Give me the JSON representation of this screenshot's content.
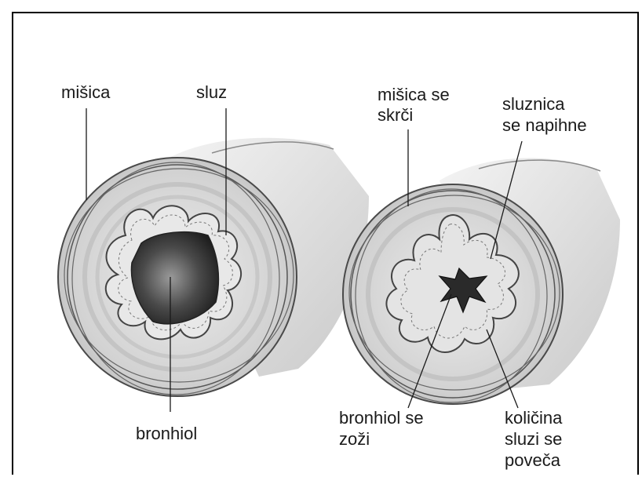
{
  "left_labels": {
    "muscle": "mišica",
    "mucus": "sluz",
    "bronchiole": "bronhiol"
  },
  "right_labels": {
    "muscle_contracts_1": "mišica se",
    "muscle_contracts_2": "skrči",
    "mucosa_swells_1": "sluznica",
    "mucosa_swells_2": "se napihne",
    "bronchiole_narrows_1": "bronhiol se",
    "bronchiole_narrows_2": "zoži",
    "mucus_increases_1": "količina",
    "mucus_increases_2": "sluzi se",
    "mucus_increases_3": "poveča"
  },
  "colors": {
    "tissue": "#d6d6d6",
    "outline": "#3a3a3a",
    "lumen": "#3b3b3b",
    "line": "#1a1a1a"
  }
}
